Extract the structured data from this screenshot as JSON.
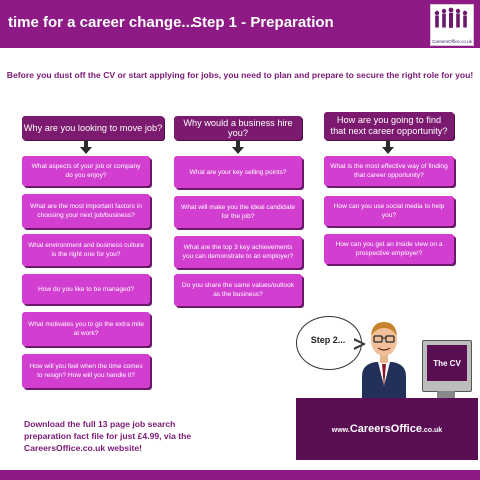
{
  "header": {
    "title": "time for a career change...",
    "step": "Step 1 - Preparation",
    "logo_text": "CareersOffice.co.uk"
  },
  "intro": "Before you dust off the CV or start applying for jobs, you need to plan and prepare to secure the right role for you!",
  "columns": [
    {
      "heading": "Why are you looking to move job?",
      "questions": [
        "What aspects of your job or company do you enjoy?",
        "What are the most important factors in choosing your next job/business?",
        "What environment and business culture is the right one for you?",
        "How do you like to be managed?",
        "What motivates you to go the extra mile at work?",
        "How will you feel when the time comes to resign? How will you handle it?"
      ]
    },
    {
      "heading": "Why would a business hire you?",
      "questions": [
        "What are your key selling points?",
        "What will make you the ideal candidate for the job?",
        "What are the top 3 key achievements you can demonstrate to an employer?",
        "Do you share the same values/outlook as the business?"
      ]
    },
    {
      "heading": "How are you going to find that next career opportunity?",
      "questions": [
        "What is the most effective way of finding that career opportunity?",
        "How can you use social media to help you?",
        "How can you get an inside view on a prospective employer?"
      ]
    }
  ],
  "download": "Download the full 13 page job search preparation fact file for just £4.99, via the CareersOffice.co.uk website!",
  "speech": "Step 2...",
  "monitor": "The CV",
  "desk": {
    "prefix": "www.",
    "brand": "CareersOffice",
    "suffix": ".co.uk"
  },
  "colors": {
    "header": "#8e1a86",
    "column_heading": "#7b1a6f",
    "question_box": "#d23fd0",
    "text_accent": "#7a1a74",
    "desk": "#5a0f55"
  }
}
